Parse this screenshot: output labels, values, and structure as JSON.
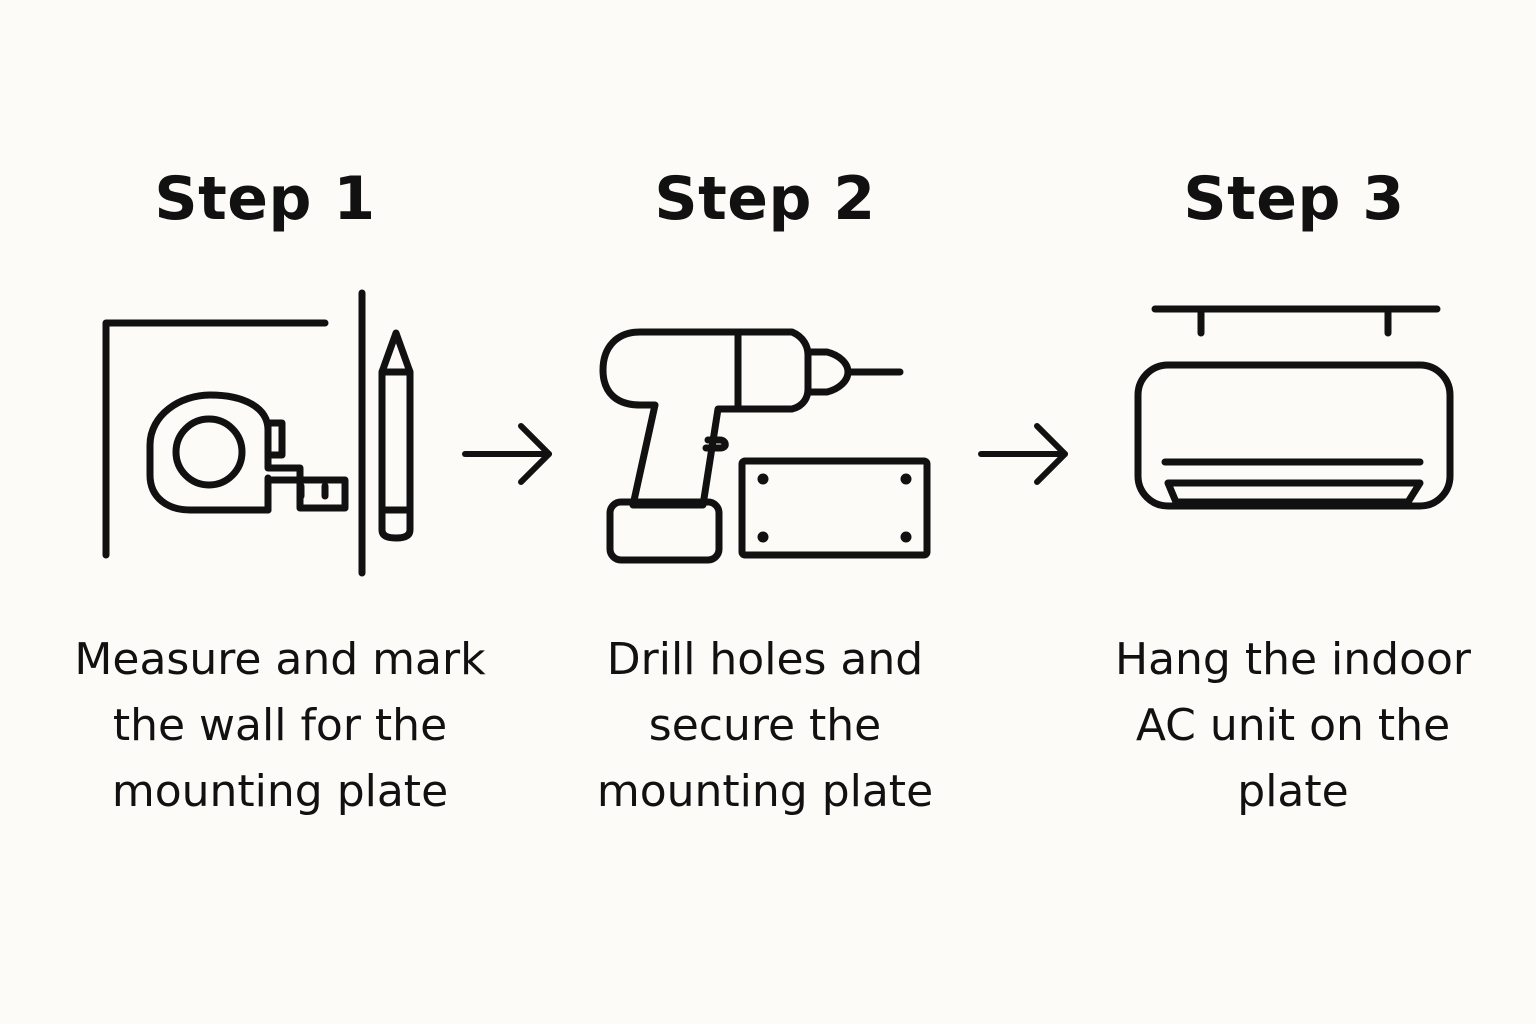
{
  "colors": {
    "background": "#fcfbf7",
    "ink": "#111111"
  },
  "steps": [
    {
      "title": "Step 1",
      "description": "Measure and mark the wall for the mounting plate",
      "icon": "tape-measure-and-pencil-icon"
    },
    {
      "title": "Step 2",
      "description": "Drill holes and secure the mounting plate",
      "icon": "drill-and-mounting-plate-icon"
    },
    {
      "title": "Step 3",
      "description": "Hang the indoor AC unit on the plate",
      "icon": "air-conditioner-icon"
    }
  ],
  "connectors": [
    "right-arrow-icon",
    "right-arrow-icon"
  ]
}
